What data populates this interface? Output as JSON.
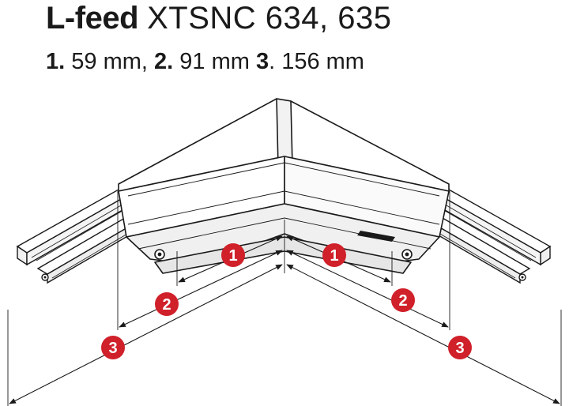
{
  "header": {
    "title_bold": "L-feed",
    "title_models": "XTSNC 634, 635"
  },
  "dimensions": [
    {
      "number": "1.",
      "value": "59 mm,"
    },
    {
      "number": "2.",
      "value": "91 mm"
    },
    {
      "number": "3",
      "value": ". 156 mm"
    }
  ],
  "callouts": [
    {
      "label": "1"
    },
    {
      "label": "2"
    },
    {
      "label": "3"
    }
  ],
  "colors": {
    "badge": "#d0202a",
    "ink": "#1a1a1a"
  }
}
